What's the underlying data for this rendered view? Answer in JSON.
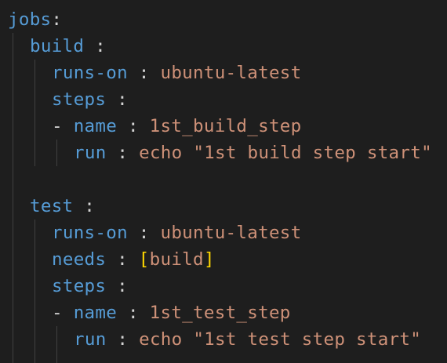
{
  "editor": {
    "language": "yaml",
    "colors": {
      "background": "#1e1e1e",
      "key": "#569cd6",
      "string": "#ce9178",
      "punctuation": "#d4d4d4",
      "bracket": "#ffd700",
      "indent_guide": "#404040"
    },
    "lines": [
      {
        "key": "jobs",
        "sep": ":"
      },
      {
        "key": "build",
        "sep": " :"
      },
      {
        "key": "runs-on",
        "sep": " : ",
        "value": "ubuntu-latest"
      },
      {
        "key": "steps",
        "sep": " :"
      },
      {
        "dash": "- ",
        "key": "name",
        "sep": " : ",
        "value": "1st_build_step"
      },
      {
        "key": "run",
        "sep": " : ",
        "value": "echo \"1st build step start\""
      },
      {},
      {
        "key": "test",
        "sep": " :"
      },
      {
        "key": "runs-on",
        "sep": " : ",
        "value": "ubuntu-latest"
      },
      {
        "key": "needs",
        "sep": " : ",
        "bracket_open": "[",
        "value": "build",
        "bracket_close": "]"
      },
      {
        "key": "steps",
        "sep": " :"
      },
      {
        "dash": "- ",
        "key": "name",
        "sep": " : ",
        "value": "1st_test_step"
      },
      {
        "key": "run",
        "sep": " : ",
        "value": "echo \"1st test step start\""
      }
    ]
  }
}
